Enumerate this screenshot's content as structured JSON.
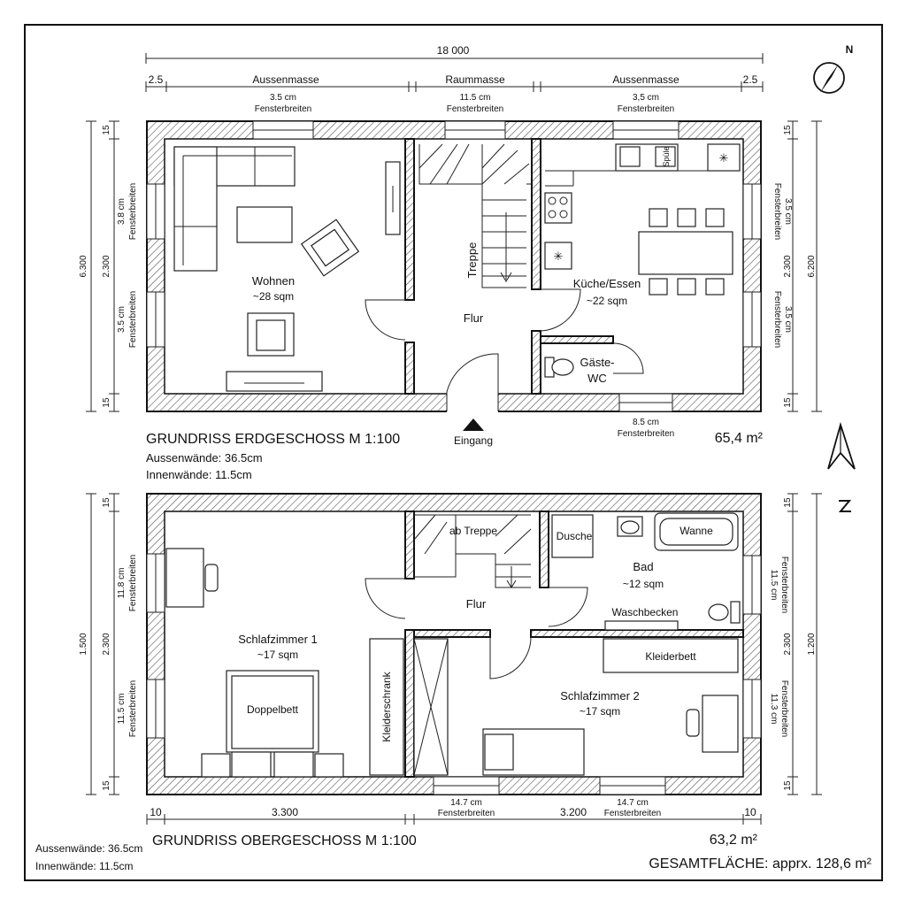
{
  "dimensions": {
    "top_total": "18 000",
    "top_left_small": "2.5",
    "top_right_small": "2.5",
    "aussen_left": "Aussenmasse",
    "raum": "Raummasse",
    "aussen_right": "Aussenmasse",
    "win_top_1": "3.5 cm",
    "win_top_2": "11.5 cm",
    "win_top_3": "3,5 cm",
    "fensterbreiten": "Fensterbreiten",
    "left_total_eg": "6.300",
    "left_mid_eg": "2.300",
    "left_top_eg": "15",
    "left_bot_eg": "15",
    "left_win_a_eg": "3.8 cm",
    "left_win_b_eg": "3.5 cm",
    "right_total_eg": "6.200",
    "right_mid_eg": "2.300",
    "right_top_eg": "15",
    "right_bot_eg": "15",
    "right_win_a_eg": "3.5 cm",
    "right_win_b_eg": "3.5 cm",
    "win_bottom_eg": "8.5 cm",
    "left_total_og": "1.500",
    "left_mid_og": "2.300",
    "left_top_og": "15",
    "left_bot_og": "15",
    "left_win_a_og": "11.8 cm",
    "left_win_b_og": "11.5 cm",
    "right_total_og": "1.200",
    "right_mid_og": "2.300",
    "right_top_og": "15",
    "right_bot_og": "15",
    "right_win_a_og": "11.5 cm",
    "right_win_b_og": "11.3 cm",
    "bottom_left_small": "10",
    "bottom_mid_left": "3.300",
    "bottom_mid_right": "3.200",
    "bottom_right_small": "10",
    "win_bottom_og_1": "14.7 cm",
    "win_bottom_og_2": "14.7 cm"
  },
  "ground_floor": {
    "title": "GRUNDRISS ERDGESCHOSS M 1:100",
    "note_outer": "Aussenwände: 36.5cm",
    "note_inner": "Innenwände: 11.5cm",
    "area": "65,4 m²",
    "entrance": "Eingang",
    "rooms": {
      "wohnen": {
        "name": "Wohnen",
        "area": "~28 sqm"
      },
      "flur": {
        "name": "Flur"
      },
      "treppe": {
        "name": "Treppe"
      },
      "kueche": {
        "name": "Küche/Essen",
        "area": "~22 sqm"
      },
      "wc_line1": "Gäste-",
      "wc_line2": "WC"
    },
    "spuele": "Spüle"
  },
  "upper_floor": {
    "title": "GRUNDRISS OBERGESCHOSS M 1:100",
    "area": "63,2 m²",
    "rooms": {
      "schlaf1": {
        "name": "Schlafzimmer 1",
        "area": "~17 sqm"
      },
      "flur": {
        "name": "Flur"
      },
      "ab_treppe": "ab Treppe",
      "bad": {
        "name": "Bad",
        "area": "~12 sqm"
      },
      "schlaf2": {
        "name": "Schlafzimmer 2",
        "area": "~17 sqm"
      }
    },
    "furniture": {
      "doppelbett": "Doppelbett",
      "kleiderschrank": "Kleiderschrank",
      "dusche": "Dusche",
      "wanne": "Wanne",
      "waschbecken": "Waschbecken",
      "kleiderbett": "Kleiderbett"
    }
  },
  "footer": {
    "note_outer": "Aussenwände: 36.5cm",
    "note_inner": "Innenwände: 11.5cm",
    "total": "GESAMTFLÄCHE: apprx. 128,6 m²"
  },
  "north_label": "N"
}
